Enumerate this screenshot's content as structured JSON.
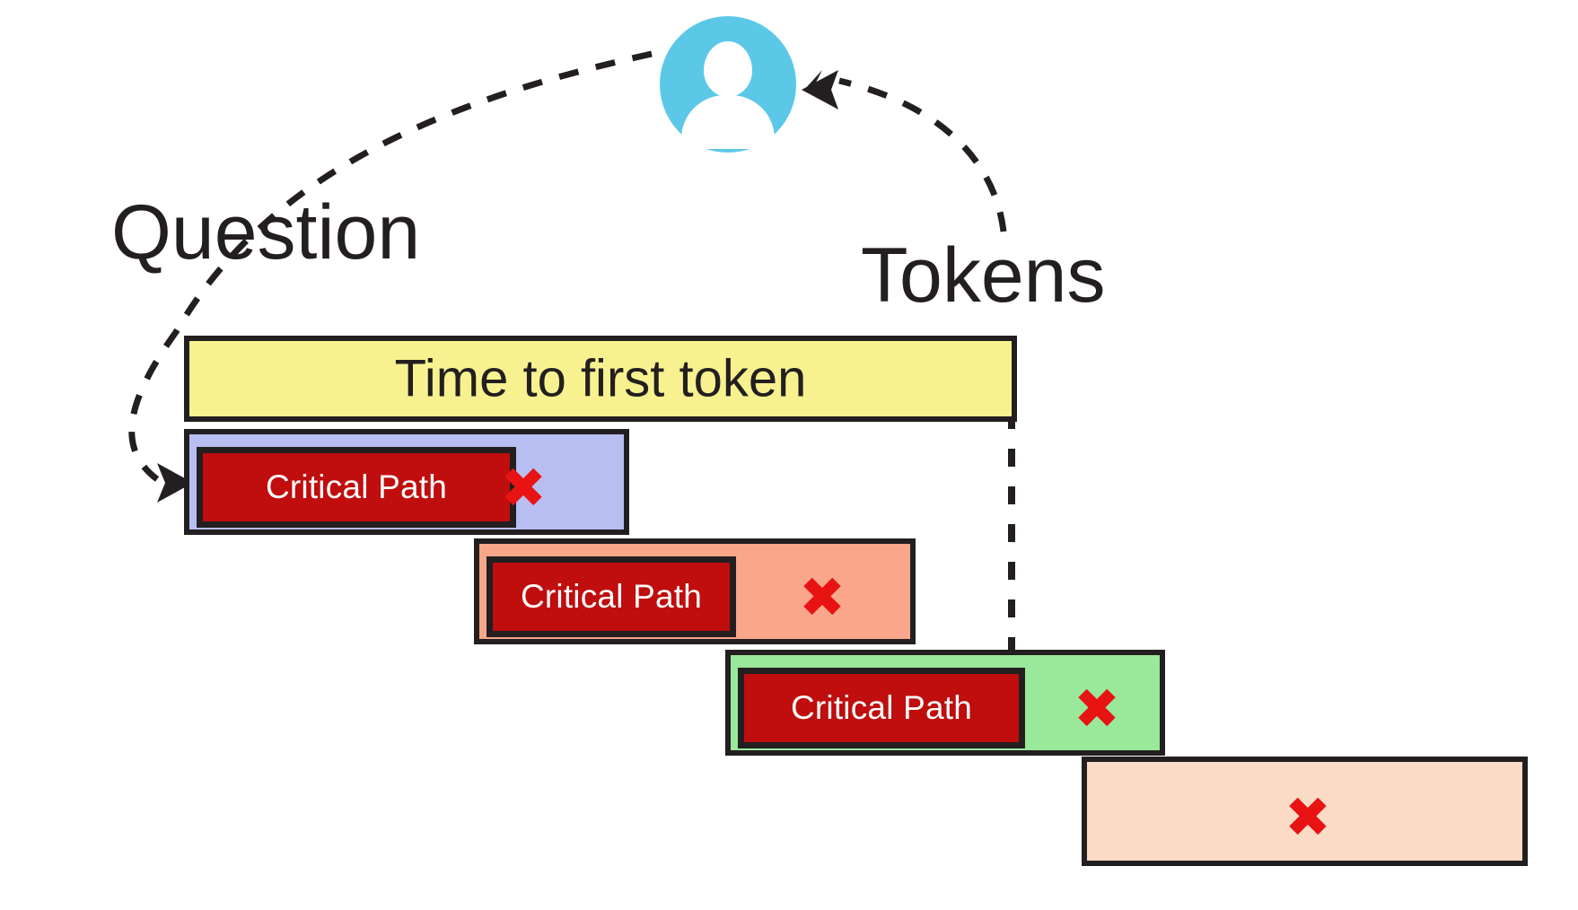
{
  "diagram": {
    "title_hidden": "",
    "avatar": {
      "name": "user-avatar",
      "color": "#5bc8e8"
    },
    "labels": {
      "question": "Question",
      "tokens": "Tokens"
    },
    "colors": {
      "yellow": "#f7f28f",
      "purple": "#b9bef2",
      "salmon": "#f9a68b",
      "green": "#9ae89a",
      "peach": "#fbdbc6",
      "critical_red": "#c00d0d",
      "x_red": "#e81313",
      "outline": "#231f20",
      "text_dark": "#231f20"
    },
    "ttft_bar": {
      "label": "Time to first token"
    },
    "rows": [
      {
        "key": "row1",
        "color_name": "purple",
        "critical_label": "Critical Path",
        "x_mark": "✖",
        "has_critical": true
      },
      {
        "key": "row2",
        "color_name": "salmon",
        "critical_label": "Critical Path",
        "x_mark": "✖",
        "has_critical": true
      },
      {
        "key": "row3",
        "color_name": "green",
        "critical_label": "Critical Path",
        "x_mark": "✖",
        "has_critical": true
      },
      {
        "key": "row4",
        "color_name": "peach",
        "critical_label": "",
        "x_mark": "✖",
        "has_critical": false
      }
    ]
  }
}
